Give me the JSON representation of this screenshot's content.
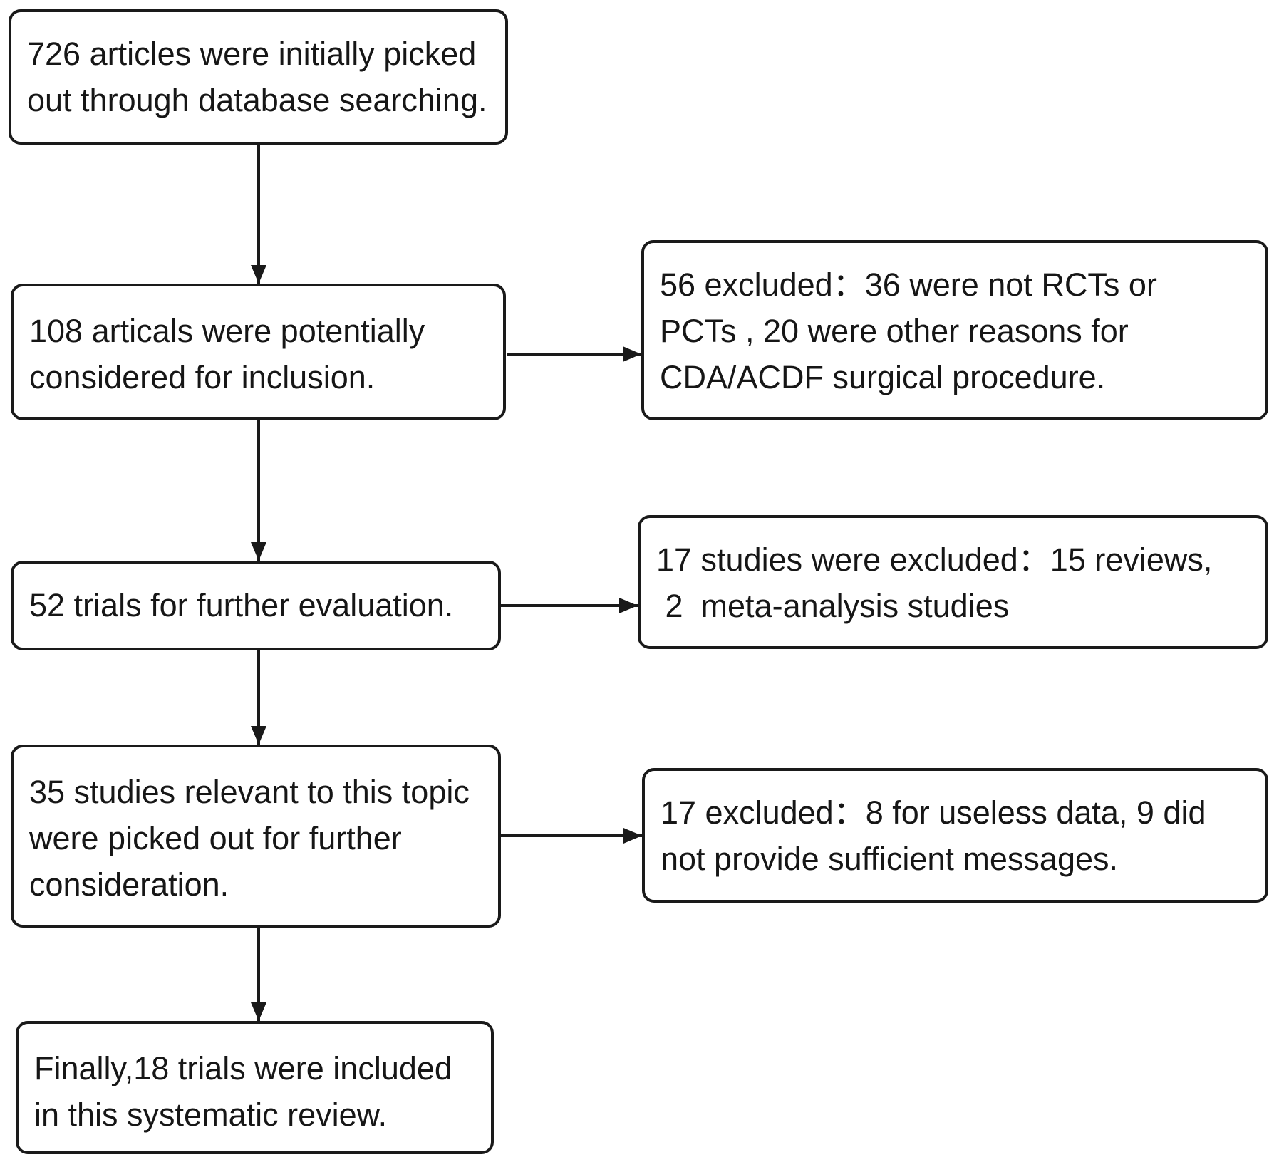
{
  "colors": {
    "background": "#ffffff",
    "line": "#1a1a1a",
    "text": "#161616"
  },
  "flow": {
    "box_identified": "726 articles were initially picked\nout through database searching.",
    "box_considered": "108 articals were potentially\nconsidered for inclusion.",
    "box_evaluation": "52 trials for further evaluation.",
    "box_relevant": "35 studies relevant to this topic\nwere picked out for further\nconsideration.",
    "box_included": "Finally,18 trials were included\nin this systematic review.",
    "box_excluded_56": "56 excluded：36 were not RCTs or\nPCTs , 20 were other reasons for\nCDA/ACDF surgical procedure.",
    "box_excluded_17_reviews": "17 studies were excluded：15 reviews,\n 2  meta-analysis studies",
    "box_excluded_17_data": "17 excluded：8 for useless data, 9 did\nnot provide sufficient messages."
  }
}
